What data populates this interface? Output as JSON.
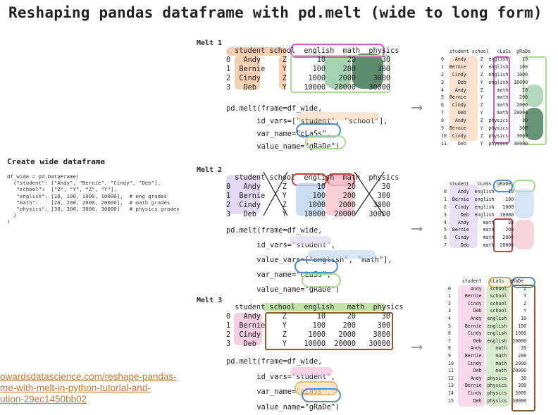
{
  "title": "Reshaping pandas dataframe with pd.melt (wide to long form)",
  "create": {
    "heading": "Create wide dataframe",
    "code": "df_wide = pd.DataFrame(\n  {\"student\": [\"Andy\", \"Bernie\", \"Cindy\", \"Deb\"],\n   \"school\":  [\"Z\", \"Y\", \"Z\", \"Y\"],\n   \"english\": [10, 100, 1000, 10000],  # eng grades\n   \"math\":    [20, 200, 2000, 20000],  # math grades\n   \"physics\": [30, 300, 3000, 30000]   # physics grades\n  }\n)"
  },
  "link": "owardsdatascience.com/reshape-pandas-\nme-with-melt-in-python-tutorial-and-\nution-29ec1450bb02",
  "melts": [
    {
      "label": "Melt 1",
      "wide_table": "  student school  english  math  physics\n0   Andy     Z       10     20      30\n1  Bernie    Y      100    200     300\n2  Cindy     Z     1000   2000    3000\n3   Deb      Y    10000  20000   30000",
      "code": "pd.melt(frame=df_wide,\n       id_vars=[\"student\", \"school\"],\n       var_name=\"cLaSs\",\n       value_name=\"gRaDe\")",
      "long_table": "   student school   cLaSs  gRaDe\n0    Andy     Z  english     10\n1  Bernie     Y  english    100\n2   Cindy     Z  english   1000\n3     Deb     Y  english  10000\n4    Andy     Z     math     20\n5  Bernie     Y     math    200\n6   Cindy     Z     math   2000\n7     Deb     Y     math  20000\n8    Andy     Z  physics     30\n9  Bernie     Y  physics    300\n10  Cindy     Z  physics   3000\n11    Deb     Y  physics  30000"
    },
    {
      "label": "Melt 2",
      "wide_table": "  student school  english  math  physics\n0   Andy     Z       10     20      30\n1  Bernie    Y      100    200     300\n2  Cindy     Z     1000   2000    3000\n3   Deb      Y    10000  20000   30000",
      "code": "pd.melt(frame=df_wide,\n       id_vars=\"student\",\n       value_vars=[\"english\", \"math\"],\n       var_name=\"cLaSs\",\n       value_name=\"gRaDe\")",
      "long_table": "  student   cLaSs  gRaDe\n0    Andy  english     10\n1  Bernie  english    100\n2   Cindy  english   1000\n3     Deb  english  10000\n4    Andy     math     20\n5  Bernie     math    200\n6   Cindy     math   2000\n7     Deb     math  20000"
    },
    {
      "label": "Melt 3",
      "wide_table": "  student school  english   math  physics\n0   Andy     Z       10     20      30\n1  Bernie    Y      100    200     300\n2  Cindy     Z     1000   2000    3000\n3   Deb      Y    10000  20000   30000",
      "code": "pd.melt(frame=df_wide,\n       id_vars=\"student\",\n       var_name=\"cLaSs\",\n       value_name=\"gRaDe\")",
      "long_table": "     student   cLaSs  gRaDe\n0       Andy   school      Z\n1     Bernie   school      Y\n2      Cindy   school      Z\n3        Deb   school      Y\n4       Andy  english     10\n5     Bernie  english    100\n6      Cindy  english   1000\n7        Deb  english  10000\n8       Andy     math     20\n9     Bernie     math    200\n10     Cindy     math   2000\n11       Deb     math  20000\n12      Andy  physics     30\n13    Bernie  physics    300\n14     Cindy  physics   3000\n15       Deb  physics  30000"
    }
  ],
  "colors": {
    "orange": "#f0b48a",
    "purple": "#cdbbe8",
    "pink": "#e9a3b8",
    "green": "#2e6b45",
    "lightgreen": "#a9dc8c",
    "blue": "#4a8fd6",
    "magenta": "#d64fc4",
    "red": "#cc3a3a",
    "brown": "#8b5a2b",
    "gray": "#888888"
  }
}
